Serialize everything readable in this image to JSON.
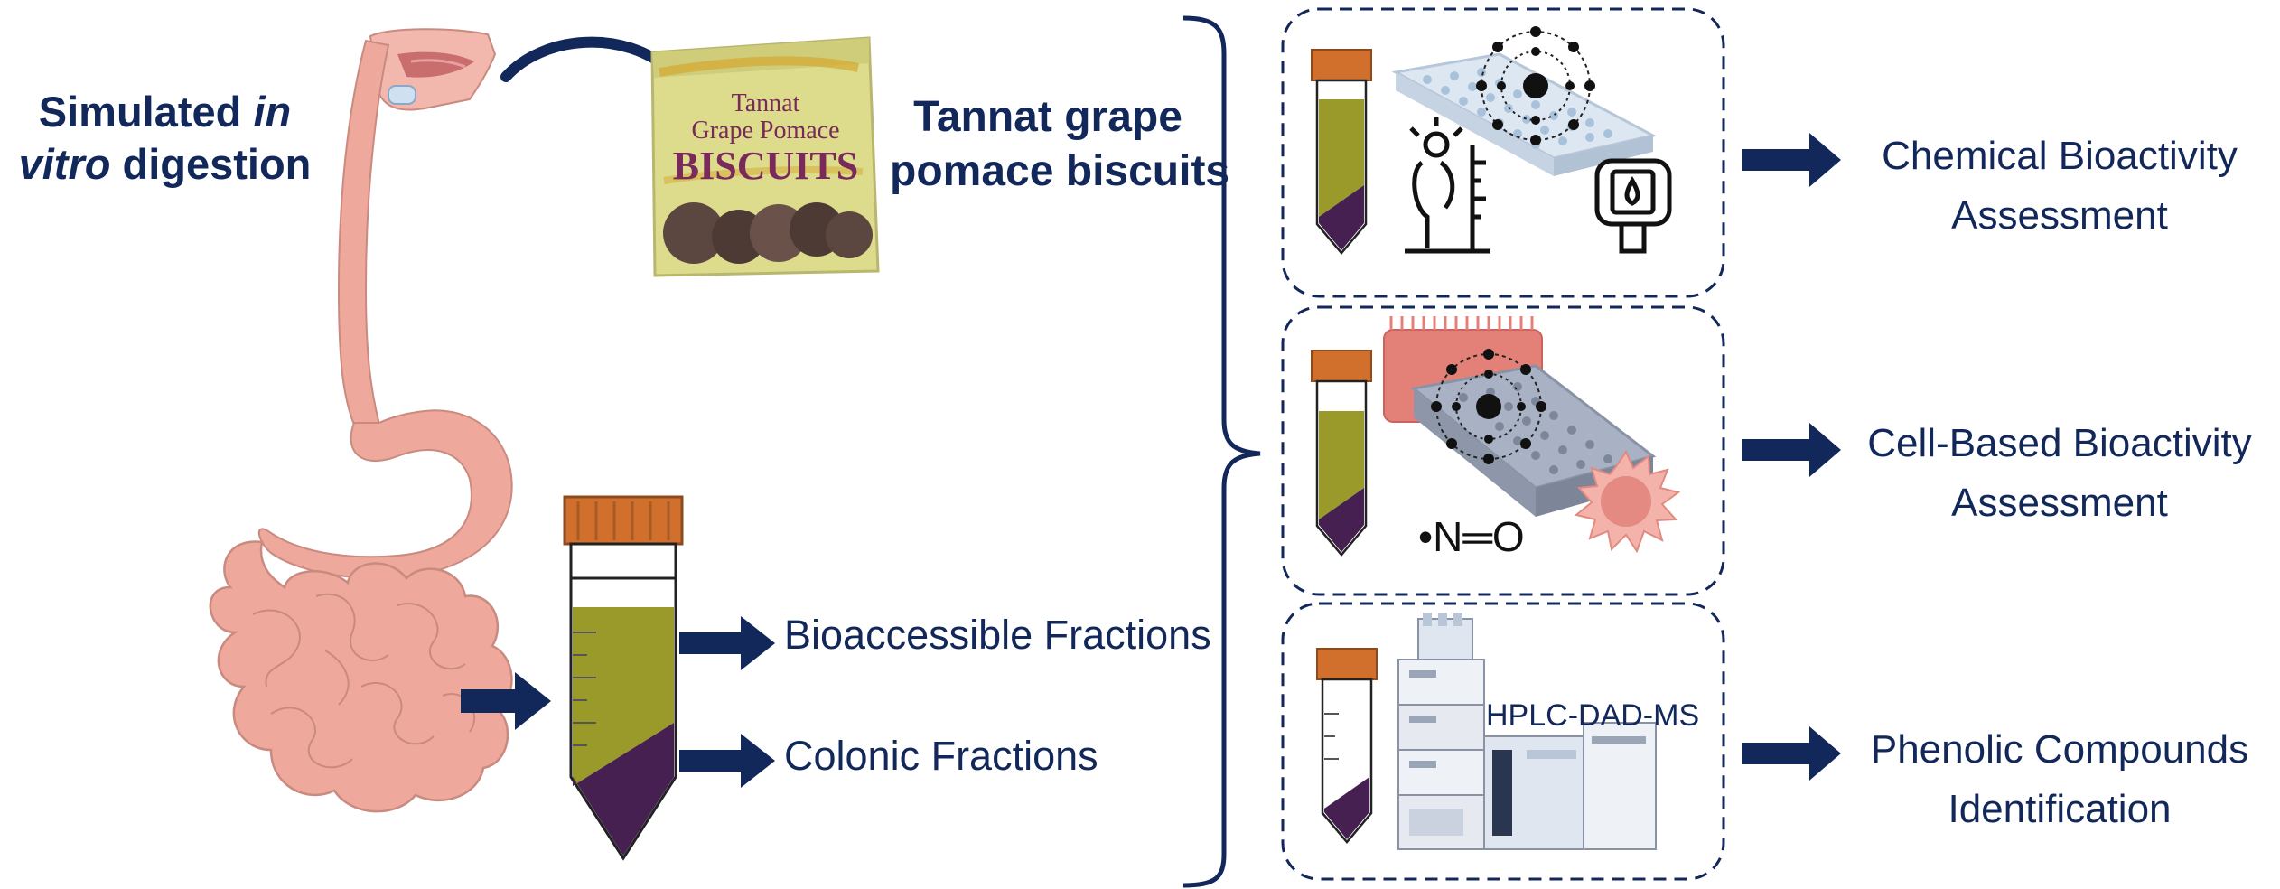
{
  "left_title": {
    "line1_a": "Simulated ",
    "line1_b": "in",
    "line2_a": "vitro",
    "line2_b": " digestion"
  },
  "biscuits_title": {
    "line1": "Tannat grape",
    "line2": "pomace biscuits"
  },
  "package": {
    "line1": "Tannat",
    "line2": "Grape Pomace",
    "line3": "BISCUITS"
  },
  "fractions": {
    "bioaccessible": "Bioaccessible Fractions",
    "colonic": "Colonic Fractions"
  },
  "assays": [
    {
      "line1": "Chemical Bioactivity",
      "line2": "Assessment"
    },
    {
      "line1": "Cell-Based Bioactivity",
      "line2": "Assessment"
    },
    {
      "line1": "Phenolic Compounds",
      "line2": "Identification"
    }
  ],
  "nitric_oxide": "•N═O",
  "instrument_label": "HPLC-DAD-MS",
  "colors": {
    "navy": "#13285a",
    "olive": "#9a9a2a",
    "purple": "#452050",
    "cap": "#d0702c",
    "tissue": "#eea89c"
  }
}
